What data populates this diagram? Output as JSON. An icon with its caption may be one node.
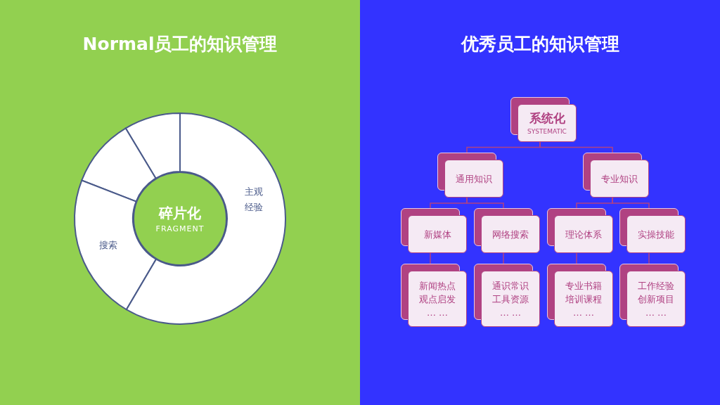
{
  "diagram": {
    "nodes": [
      {
        "text": [],
        "shape": "slice"
      },
      {
        "text": [],
        "shape": "slice"
      },
      {
        "text": [
          "搜索"
        ]
      },
      {
        "text": [
          "主观经验"
        ]
      },
      {
        "text": [
          "碎片化",
          "FRAGMENT"
        ]
      },
      {
        "text": [
          "系统化",
          "SYSTEMATIC"
        ]
      },
      {
        "text": [
          "通用知识"
        ]
      },
      {
        "text": [
          "专业知识"
        ]
      },
      {
        "text": [
          "新媒体"
        ]
      },
      {
        "text": [
          "网络搜索"
        ]
      },
      {
        "text": [
          "理论体系"
        ]
      },
      {
        "text": [
          "实操技能"
        ]
      },
      {
        "text": [
          "新闻热点",
          "观点启发",
          "… …"
        ]
      },
      {
        "text": [
          "通识常识",
          "工具资源",
          "… …"
        ]
      },
      {
        "text": [
          "专业书籍",
          "培训课程",
          "… …"
        ]
      },
      {
        "text": [
          "工作经验",
          "创新项目",
          "… …"
        ]
      }
    ],
    "edges": [
      {
        "from": 5,
        "to": 6,
        "arrow": "none"
      },
      {
        "from": 5,
        "to": 7,
        "arrow": "none"
      },
      {
        "from": 6,
        "to": 8,
        "arrow": "none"
      },
      {
        "from": 6,
        "to": 9,
        "arrow": "none"
      },
      {
        "from": 7,
        "to": 10,
        "arrow": "none"
      },
      {
        "from": 7,
        "to": 11,
        "arrow": "none"
      },
      {
        "from": 8,
        "to": 12,
        "arrow": "none"
      },
      {
        "from": 9,
        "to": 13,
        "arrow": "none"
      },
      {
        "from": 10,
        "to": 14,
        "arrow": "none"
      },
      {
        "from": 11,
        "to": 15,
        "arrow": "none"
      }
    ],
    "labels": [
      "Normal员工的知识管理",
      "优秀员工的知识管理"
    ]
  }
}
